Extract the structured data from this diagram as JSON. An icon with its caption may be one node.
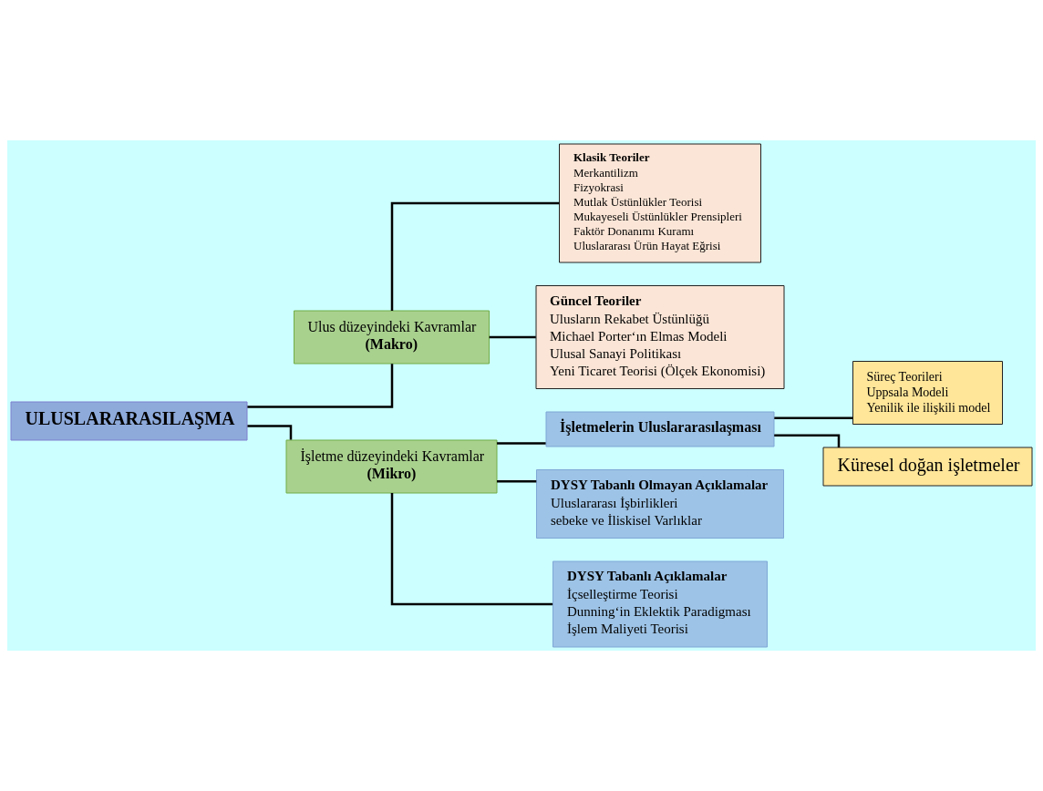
{
  "diagram": {
    "nodes": [
      {
        "text": [
          "ULUSLARARASILAŞMA"
        ]
      },
      {
        "text": [
          "Ulus düzeyindeki Kavramlar",
          "(Makro)"
        ]
      },
      {
        "text": [
          "Klasik Teoriler",
          "Merkantilizm",
          "Fizyokrasi",
          "Mutlak Üstünlükler Teorisi",
          "Mukayeseli Üstünlükler Prensipleri",
          "Faktör Donanımı Kuramı",
          "Uluslararası Ürün Hayat Eğrisi"
        ]
      },
      {
        "text": [
          "Güncel Teoriler",
          "Ulusların Rekabet Üstünlüğü",
          "Michael Porter‘ın Elmas Modeli",
          "Ulusal Sanayi Politikası",
          "Yeni Ticaret Teorisi (Ölçek Ekonomisi)"
        ]
      },
      {
        "text": [
          "İşletme düzeyindeki Kavramlar",
          "(Mikro)"
        ]
      },
      {
        "text": [
          "İşletmelerin Uluslararasılaşması"
        ]
      },
      {
        "text": [
          "DYSY Tabanlı Olmayan Açıklamalar",
          "Uluslararası İşbirlikleri",
          "sebeke ve İliskisel Varlıklar"
        ]
      },
      {
        "text": [
          "DYSY Tabanlı Açıklamalar",
          "İçselleştirme Teorisi",
          "Dunning‘in Eklektik Paradigması",
          "İşlem Maliyeti Teorisi"
        ]
      },
      {
        "text": [
          "Süreç Teorileri",
          "Uppsala Modeli",
          "Yenilik ile ilişkili model"
        ]
      },
      {
        "text": [
          "Küresel doğan işletmeler"
        ]
      }
    ],
    "edges": [
      {
        "from": 0,
        "to": 1,
        "arrow": "none"
      },
      {
        "from": 0,
        "to": 4,
        "arrow": "none"
      },
      {
        "from": 1,
        "to": 2,
        "arrow": "none"
      },
      {
        "from": 1,
        "to": 3,
        "arrow": "none"
      },
      {
        "from": 4,
        "to": 5,
        "arrow": "none"
      },
      {
        "from": 4,
        "to": 6,
        "arrow": "none"
      },
      {
        "from": 4,
        "to": 7,
        "arrow": "none"
      },
      {
        "from": 5,
        "to": 8,
        "arrow": "none"
      },
      {
        "from": 5,
        "to": 9,
        "arrow": "none"
      }
    ]
  }
}
